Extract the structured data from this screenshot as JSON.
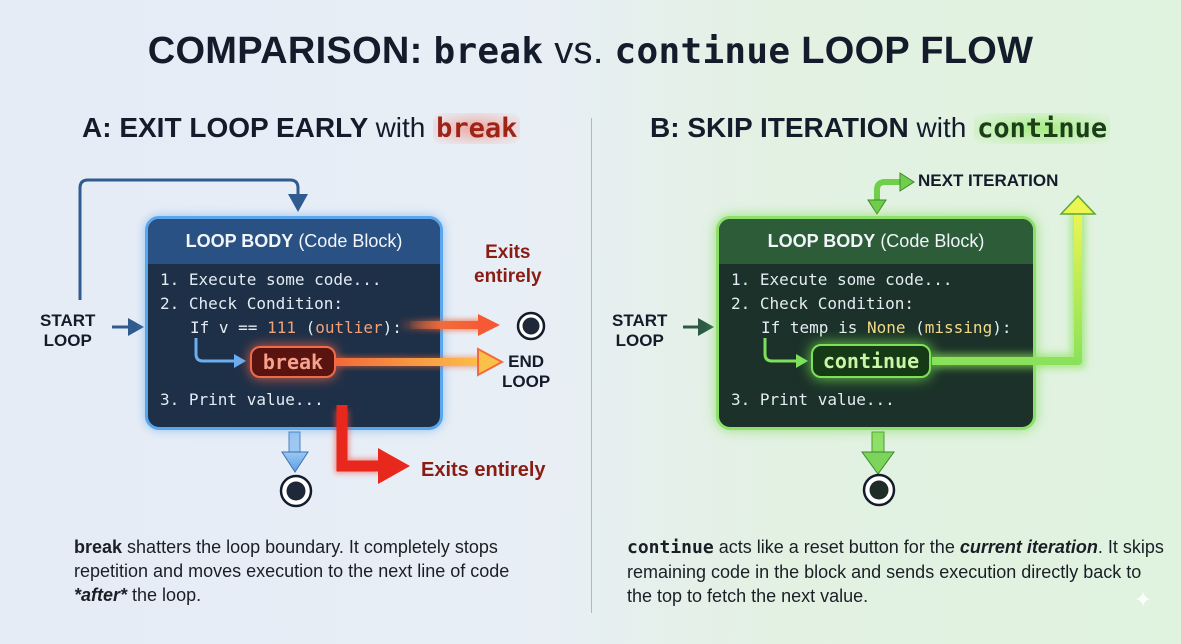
{
  "title": {
    "prefix": "COMPARISON: ",
    "kw1": "break",
    "vs": " vs. ",
    "kw2": "continue",
    "suffix": " LOOP FLOW"
  },
  "section_a": {
    "title_bold": "A: EXIT LOOP EARLY ",
    "title_with": "with ",
    "keyword": "break",
    "start_label": [
      "START",
      "LOOP"
    ],
    "box": {
      "header_bold": "LOOP BODY",
      "header_rest": " (Code Block)",
      "lines": {
        "l1": "1. Execute some code...",
        "l2": "2. Check Condition:",
        "l3_pre": "If v == ",
        "l3_val": "111",
        "l3_mid": " (",
        "l3_note": "outlier",
        "l3_end": "):",
        "l4": "3. Print value..."
      },
      "pill": "break"
    },
    "exits_top": [
      "Exits",
      "entirely"
    ],
    "end_label": [
      "END",
      "LOOP"
    ],
    "exits_bottom": "Exits entirely",
    "colors": {
      "border": "#5aa6ec",
      "header": "#2a5183",
      "body": "#1e3048",
      "accent": "#f06a4c",
      "label": "#8a1c14"
    },
    "description": {
      "kw": "break",
      "t1": " shatters the loop boundary. It completely stops repetition and moves execution to the next line of code ",
      "em": "*after*",
      "t2": " the loop."
    }
  },
  "section_b": {
    "title_bold": "B: SKIP ITERATION ",
    "title_with": "with ",
    "keyword": "continue",
    "start_label": [
      "START",
      "LOOP"
    ],
    "next_iteration": "NEXT ITERATION",
    "box": {
      "header_bold": "LOOP BODY",
      "header_rest": " (Code Block)",
      "lines": {
        "l1": "1. Execute some code...",
        "l2": "2. Check Condition:",
        "l3_pre": "If temp is ",
        "l3_val": "None",
        "l3_mid": " (",
        "l3_note": "missing",
        "l3_end": "):",
        "l4": "3. Print value..."
      },
      "pill": "continue"
    },
    "colors": {
      "border": "#8de06a",
      "header": "#2d5c38",
      "body": "#1b3129",
      "accent": "#7fe05a"
    },
    "description": {
      "kw": "continue",
      "t1": " acts like a reset button for the ",
      "em1": "current iteration",
      "t2": ". It skips remaining code in the block and sends execution directly back to the top to fetch the next value."
    }
  }
}
